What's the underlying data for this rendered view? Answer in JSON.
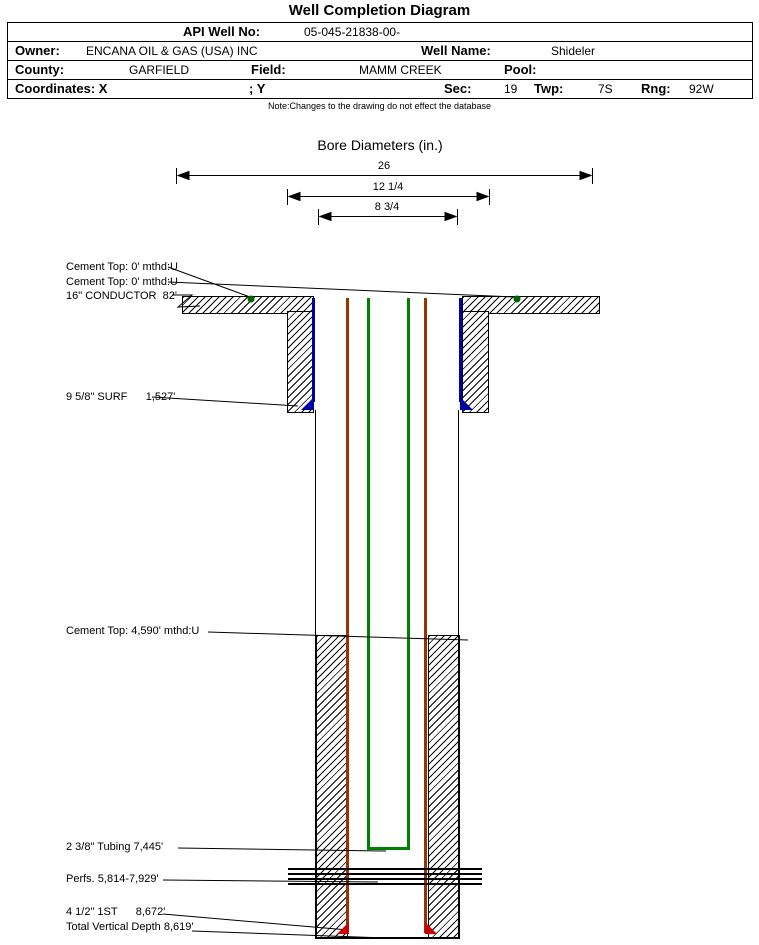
{
  "title": "Well Completion Diagram",
  "header": {
    "api_label": "API Well No:",
    "api_value": "05-045-21838-00-",
    "owner_label": "Owner:",
    "owner_value": "ENCANA OIL & GAS (USA) INC",
    "well_name_label": "Well Name:",
    "well_name_value": "Shideler",
    "county_label": "County:",
    "county_value": "GARFIELD",
    "field_label": "Field:",
    "field_value": "MAMM CREEK",
    "pool_label": "Pool:",
    "coords_label": "Coordinates: X",
    "coords_y_label": "; Y",
    "sec_label": "Sec:",
    "sec_value": "19",
    "twp_label": "Twp:",
    "twp_value": "7S",
    "rng_label": "Rng:",
    "rng_value": "92W"
  },
  "note": "Note:Changes to the drawing do not effect the database",
  "bore": {
    "title": "Bore Diameters (in.)",
    "dim1": "26",
    "dim2": "12 1/4",
    "dim3": "8 3/4"
  },
  "labels": {
    "cement_top_1": "Cement Top: 0' mthd:U",
    "cement_top_2": "Cement Top: 0' mthd:U",
    "conductor": "16\" CONDUCTOR  82'",
    "surface": "9 5/8\" SURF      1,527'",
    "cement_top_3": "Cement Top: 4,590' mthd:U",
    "tubing": "2 3/8\" Tubing 7,445'",
    "perfs": "Perfs. 5,814-7,929'",
    "production": "4 1/2\" 1ST      8,672'",
    "tvd": "Total Vertical Depth 8,619'"
  },
  "colors": {
    "casing": "#993300",
    "tubing": "#008000",
    "surface_casing": "#0000A0",
    "shoe": "#CC0000",
    "cement_dot": "#006400"
  }
}
